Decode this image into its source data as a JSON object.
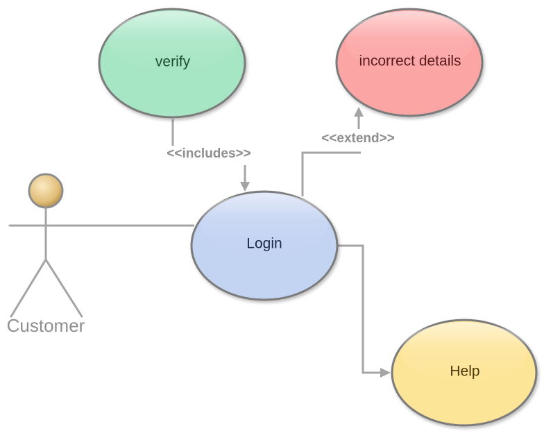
{
  "actor": {
    "name": "Customer"
  },
  "use_cases": {
    "verify": {
      "label": "verify",
      "fill": "#a6e6c4",
      "text_color": "#1d4d2f"
    },
    "incorrect_details": {
      "label": "incorrect details",
      "fill": "#fca5a5",
      "text_color": "#5a1a1a"
    },
    "login": {
      "label": "Login",
      "fill": "#c3d3f2",
      "text_color": "#1c2a45"
    },
    "help": {
      "label": "Help",
      "fill": "#fde598",
      "text_color": "#4d3a0a"
    }
  },
  "relations": {
    "includes": "<<includes>>",
    "extend": "<<extend>>"
  },
  "colors": {
    "connector": "#a4a4a4",
    "ellipse_stroke": "#7b7b7b",
    "head_fill": "#e6c98c"
  }
}
